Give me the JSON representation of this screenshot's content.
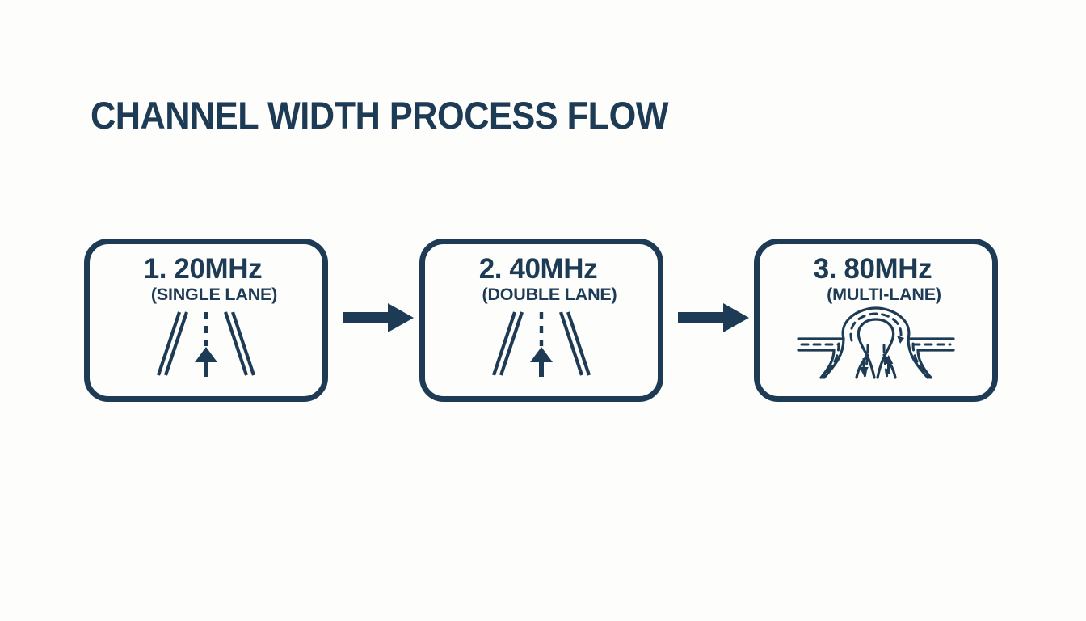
{
  "page": {
    "title": "CHANNEL WIDTH PROCESS FLOW",
    "background_color": "#fdfdfc",
    "accent_color": "#1d3b54"
  },
  "flow": {
    "steps": [
      {
        "title": "1. 20MHz",
        "subtitle": "(SINGLE LANE)",
        "icon": "single-lane-road-icon"
      },
      {
        "title": "2. 40MHz",
        "subtitle": "(DOUBLE LANE)",
        "icon": "double-lane-road-icon"
      },
      {
        "title": "3. 80MHz",
        "subtitle": "(MULTI-LANE)",
        "icon": "multi-lane-interchange-icon"
      }
    ],
    "connectors": [
      {
        "icon": "arrow-right-icon"
      },
      {
        "icon": "arrow-right-icon"
      }
    ]
  }
}
